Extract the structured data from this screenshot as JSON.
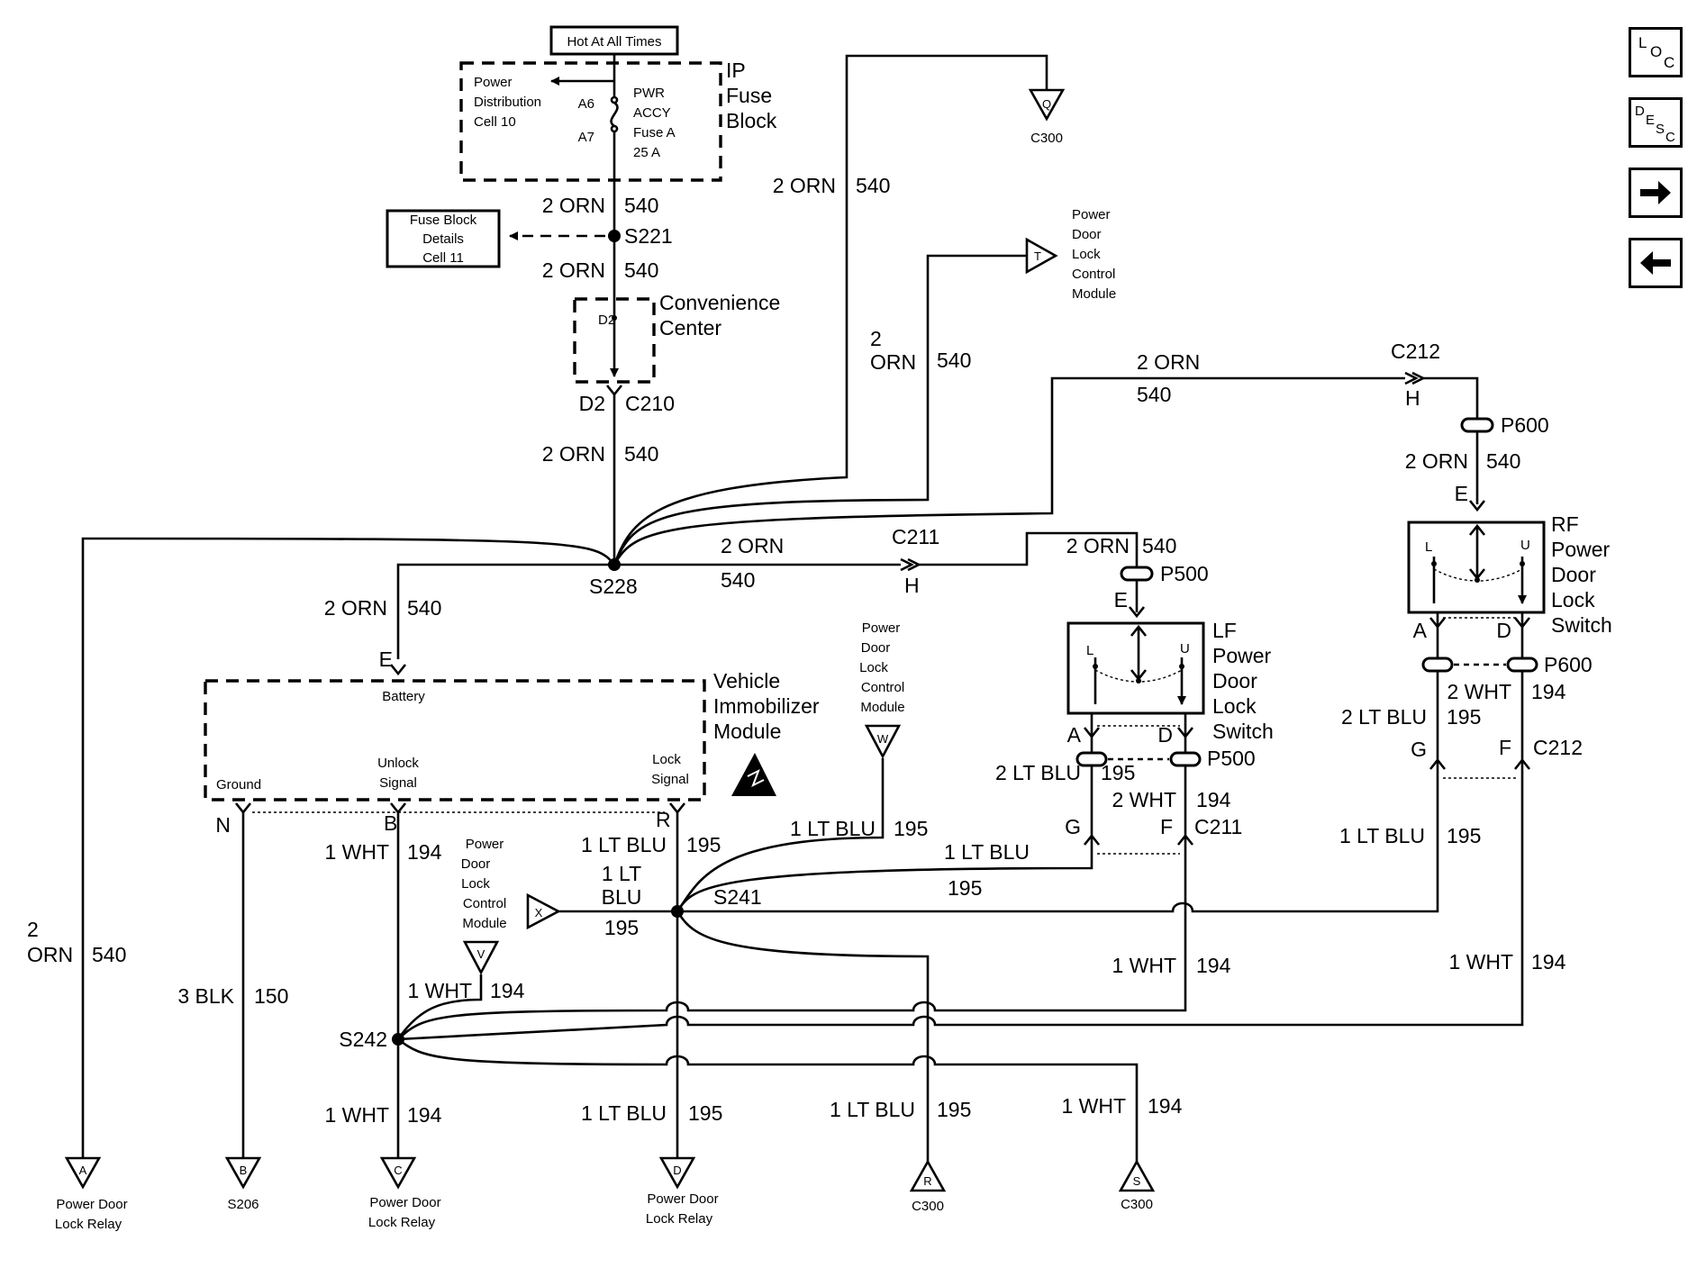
{
  "title": "Hot At All Times",
  "nav": {
    "loc": "LOC",
    "desc": "DESC"
  },
  "fuse": {
    "block_1": "IP",
    "block_2": "Fuse",
    "block_3": "Block",
    "pd_1": "Power",
    "pd_2": "Distribution",
    "pd_3": "Cell 10",
    "a6": "A6",
    "a7": "A7",
    "f1": "PWR",
    "f2": "ACCY",
    "f3": "Fuse A",
    "f4": "25 A",
    "det_1": "Fuse Block",
    "det_2": "Details",
    "det_3": "Cell 11"
  },
  "conv": {
    "t1": "Convenience",
    "t2": "Center",
    "d2": "D2"
  },
  "vim": {
    "t1": "Vehicle",
    "t2": "Immobilizer",
    "t3": "Module",
    "battery": "Battery",
    "ground": "Ground",
    "unlock_1": "Unlock",
    "unlock_2": "Signal",
    "lock_1": "Lock",
    "lock_2": "Signal"
  },
  "lf": {
    "t1": "LF",
    "t2": "Power",
    "t3": "Door",
    "t4": "Lock",
    "t5": "Switch"
  },
  "rf": {
    "t1": "RF",
    "t2": "Power",
    "t3": "Door",
    "t4": "Lock",
    "t5": "Switch"
  },
  "sw": {
    "l": "L",
    "u": "U"
  },
  "pdlcm": {
    "l1": "Power",
    "l2": "Door",
    "l3": "Lock",
    "l4": "Control",
    "l5": "Module"
  },
  "pdlr": {
    "l1": "Power Door",
    "l2": "Lock Relay"
  },
  "c300": "C300",
  "s206": "S206",
  "conn": {
    "C210": "C210",
    "C211": "C211",
    "C212": "C212",
    "P500": "P500",
    "P600": "P600",
    "D2": "D2",
    "E": "E",
    "H": "H",
    "A": "A",
    "D": "D",
    "G": "G",
    "F": "F",
    "N": "N",
    "B": "B",
    "R": "R",
    "X": "X",
    "W": "W",
    "V": "V",
    "T": "T",
    "Q": "Q",
    "Ra": "R",
    "S": "S",
    "Aa": "A",
    "Ba": "B",
    "C": "C",
    "Da": "D"
  },
  "splice": {
    "S221": "S221",
    "S228": "S228",
    "S241": "S241",
    "S242": "S242"
  },
  "wire": {
    "orn2": "2 ORN",
    "orn_n": "2",
    "orn_c": "ORN",
    "c540": "540",
    "wht1": "1 WHT",
    "wht2": "2 WHT",
    "c194": "194",
    "ltblu1": "1 LT BLU",
    "ltblu2": "2 LT BLU",
    "c195": "195",
    "lt1": "1 LT",
    "blu": "BLU",
    "blk3": "3 BLK",
    "c150": "150"
  }
}
